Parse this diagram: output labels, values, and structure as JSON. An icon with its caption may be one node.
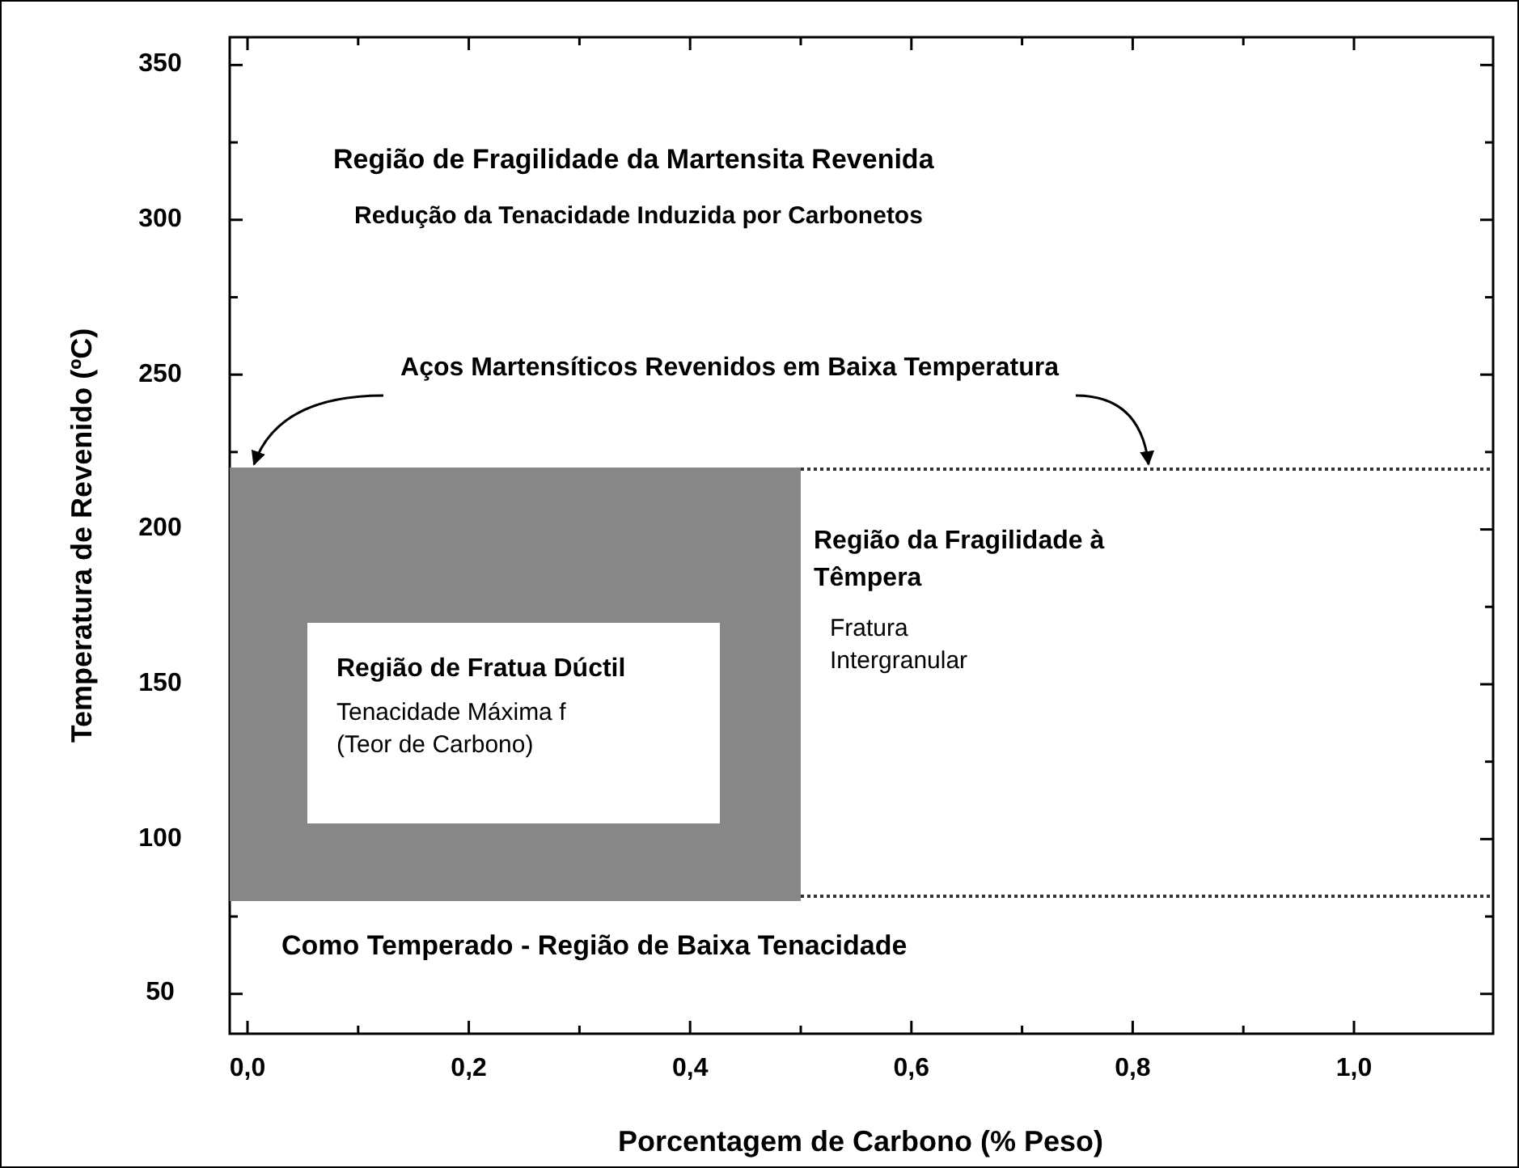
{
  "diagram": {
    "nodes": [
      {
        "text": [],
        "shape": "box"
      },
      {
        "text": [
          "Região de Fratua Dúctil",
          "Tenacidade Máxima f (Teor de Carbono)"
        ],
        "in": 0
      },
      {
        "text": [
          "Aços Martensíticos Revenidos em Baixa Temperatura"
        ]
      },
      {
        "text": [
          "Região da Fragilidade à Têmpera",
          "Fratura Intergranular"
        ]
      }
    ],
    "edges": [
      {
        "from": 2,
        "to": 0,
        "arrow": "to"
      },
      {
        "from": 2,
        "to": 3,
        "arrow": "to"
      }
    ],
    "labels": [
      "350",
      "Região de Fragilidade da Martensita Revenida",
      "300",
      "Redução da Tenacidade Induzida por Carbonetos",
      "250",
      "200",
      "Temperatura de Revenido (ºC)",
      "150",
      "100",
      "Como Temperado - Região de Baixa Tenacidade",
      "50",
      "0,0",
      "0,2",
      "0,4",
      "0,6",
      "0,8",
      "1,0",
      "Porcentagem de Carbono (% Peso)"
    ]
  }
}
